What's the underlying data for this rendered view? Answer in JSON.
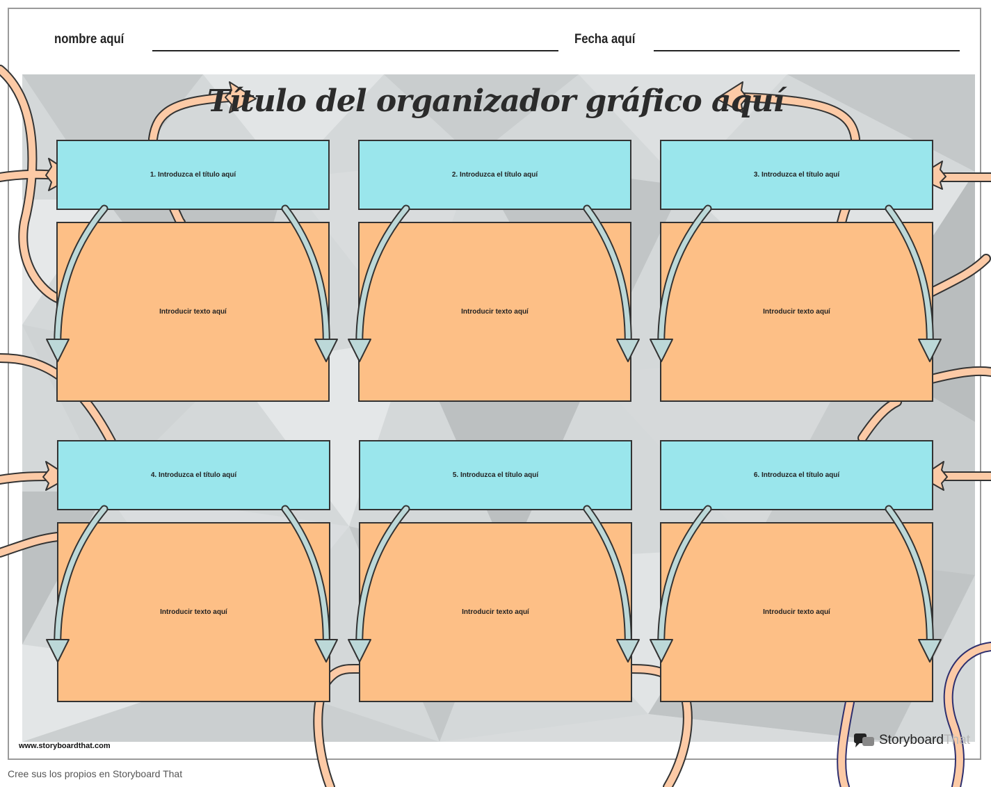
{
  "header": {
    "name_label": "nombre aquí",
    "date_label": "Fecha aquí"
  },
  "title": "Título del organizador gráfico aquí",
  "sections": [
    {
      "title": "1. Introduzca el título aquí",
      "text": "Introducir texto aquí"
    },
    {
      "title": "2. Introduzca el título aquí",
      "text": "Introducir texto aquí"
    },
    {
      "title": "3. Introduzca el título aquí",
      "text": "Introducir texto aquí"
    },
    {
      "title": "4. Introduzca el título aquí",
      "text": "Introducir texto aquí"
    },
    {
      "title": "5. Introduzca el título aquí",
      "text": "Introducir texto aquí"
    },
    {
      "title": "6. Introduzca el título aquí",
      "text": "Introducir texto aquí"
    }
  ],
  "footer": {
    "url": "www.storyboardthat.com",
    "create_text": "Cree sus los propios en Storyboard That",
    "logo_story": "Storyboard",
    "logo_that": "That"
  },
  "colors": {
    "title_box": "#9ae6ec",
    "text_box": "#fdbf86",
    "arrow_orange": "#fccaa6",
    "arrow_blue": "#bcd8d8"
  }
}
